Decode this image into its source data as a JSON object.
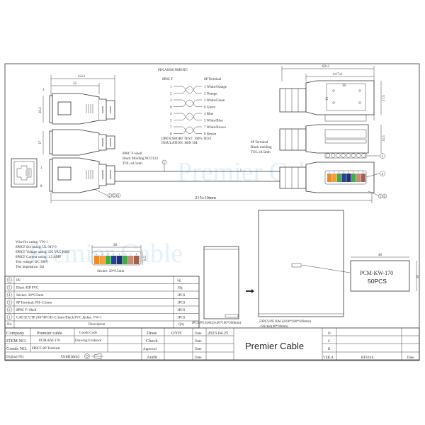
{
  "watermark": "Premier Cable",
  "dimensions": {
    "plug_length": "42±1",
    "plug_body": "32",
    "plug_lip": "1",
    "plug_width": "20.2",
    "plug_height": "17",
    "total_length": "215±10mm",
    "terminal_length": "62±1",
    "terminal_body": "44.7±1",
    "terminal_inner": "36",
    "terminal_inner_h": "13",
    "terminal_width": "17.5",
    "terminal_height": "15.5",
    "sticker_w": "28",
    "sticker_h": "9.5",
    "label_w": "40",
    "label_h": "30"
  },
  "pin_labels": {
    "top": "1",
    "bottom": "8"
  },
  "pin_assignment": {
    "title": "PIN ASSIGNMENT:",
    "left_header": "8P8C F",
    "right_header": "8P Terminal",
    "left_pins": [
      "1",
      "2",
      "3",
      "6",
      "4",
      "5",
      "7",
      "8"
    ],
    "right_pins": [
      "1  White/Orange",
      "2  Orange",
      "3  White/Green",
      "6  Green",
      "4  Blue",
      "5  White/Blue",
      "7  White/Brown",
      "8  Brown"
    ],
    "notes": [
      "OPEN/SHORT TEST: 100% TEST.",
      "INSULATION: MIN 5M."
    ]
  },
  "callouts": {
    "plug": [
      "8P8C F+shell",
      "Black Molding,NO:2122",
      "TOL:±0.5mm"
    ],
    "terminal": [
      "8P Terminal",
      "Black molding",
      "TOL:±0.5mm"
    ],
    "plug_balloons": [
      "2",
      "5",
      "6"
    ],
    "terminal_balloons": {
      "pins": "3",
      "sticker": "4",
      "body": [
        "5",
        "6"
      ]
    },
    "cable_balloon": "1"
  },
  "specs": [
    "Wire fire rating: VW-1",
    "8P8CF fire rating: UL 94V-0",
    "8P8CF Voltage rating: 125 VAC RMS",
    "8P8CF Current rating: 1.5 AMP",
    "Test voltage: DC 300V",
    "Test impedance: 5Ω"
  ],
  "sticker": {
    "caption": "Sticker: 28*9.5mm",
    "numbers": [
      "1",
      "2",
      "3",
      "4",
      "5",
      "6",
      "7",
      "8"
    ],
    "colors": [
      "#f08a24",
      "#f5a040",
      "#3cb043",
      "#2a3f9a",
      "#1f2f7a",
      "#3cb043",
      "#c98a78",
      "#a0624e"
    ]
  },
  "bom": {
    "rows": [
      {
        "no": "6",
        "desc": "PE",
        "qty": "5g"
      },
      {
        "no": "5",
        "desc": "Black 45P PVC",
        "qty": "10g"
      },
      {
        "no": "4",
        "desc": "Sticker: 28*9.5mm",
        "qty": "1PCS"
      },
      {
        "no": "3",
        "desc": "8P Terminal: PH=3.5mm",
        "qty": "1PCS"
      },
      {
        "no": "2",
        "desc": "8P8C F+Shell",
        "qty": "1PCS"
      },
      {
        "no": "1",
        "desc": "CAT.5E UTP 24#*4P OD=5.3mm Black PVC Jacket, VW-1",
        "qty": "1PCS"
      }
    ],
    "header": {
      "no": "No.",
      "desc": "Description",
      "qty": "Q'ty"
    }
  },
  "packaging": {
    "small_bag_caption": "1PCS/PE BAG(0.06*100*200mm)",
    "big_bag_caption": [
      "50PCS/PE BAG(0.06*280*360mm)",
      "+Sticker(40*30mm)"
    ],
    "label_line1": "PCM-KW-170",
    "label_line2": "50PCS"
  },
  "title_block": {
    "company_label": "Company",
    "company": "Premier cable",
    "goods_code_label": "Goods Code",
    "item_label": "ITEM NO.",
    "item": "PCM-KW-170",
    "drawing_evidence_label": "Drawing Evidence",
    "goods_no_label": "Goods NO.",
    "goods_no": "8P8CF-8P Terminal",
    "original_label": "Original NO.",
    "unit": "Unit(mm)",
    "draw_label": "Draw",
    "draw": "OYH",
    "check_label": "Check",
    "approval_label": "Approval",
    "audit_label": "Audit",
    "date_label": "Date",
    "date": "2023.04.25",
    "brand": "Premier Cable",
    "revisions": [
      "D",
      "C",
      "B"
    ],
    "ver_label": "VER.A",
    "revise_label": "REVISE",
    "rev_date_label": "Date"
  }
}
